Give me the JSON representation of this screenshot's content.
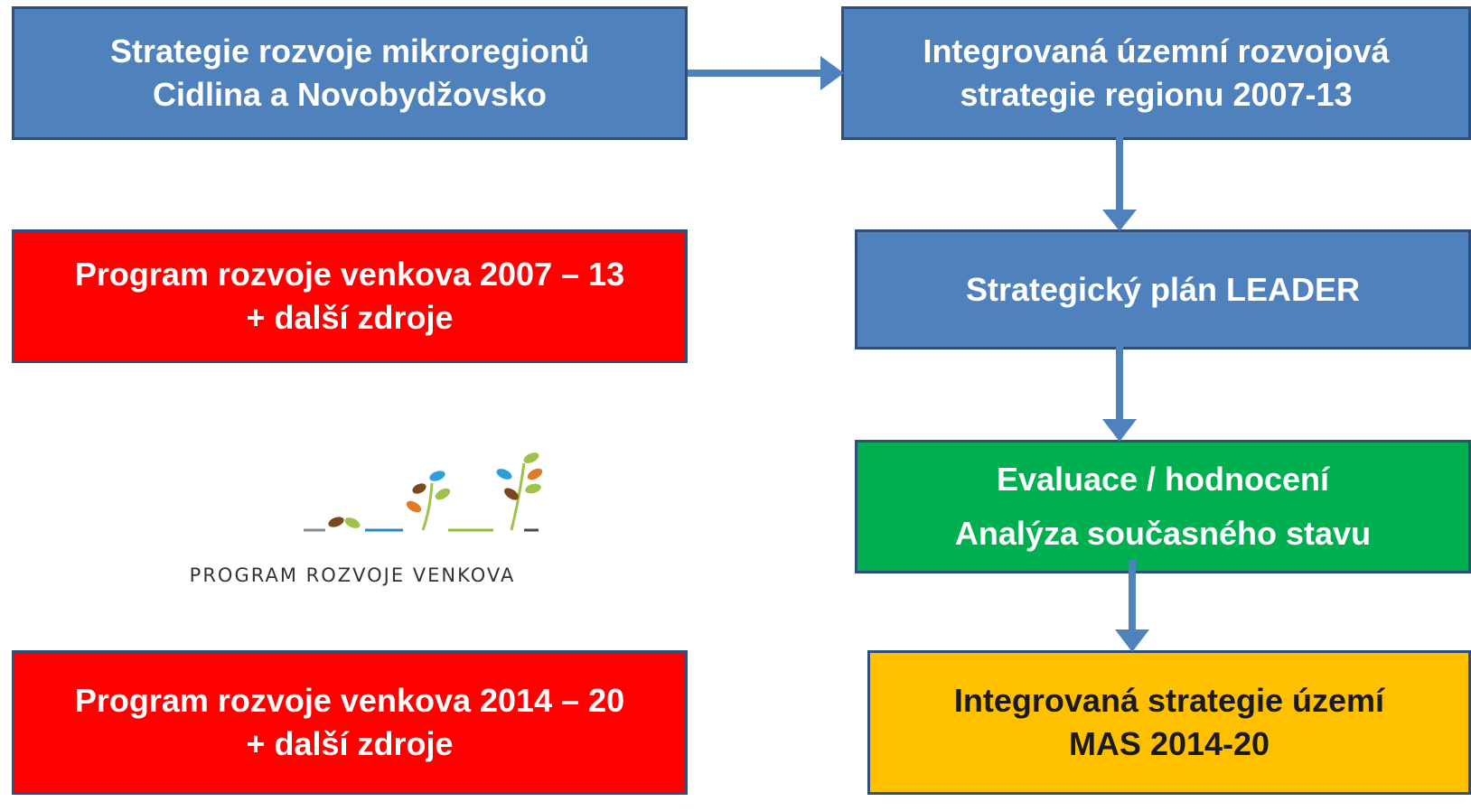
{
  "boxes": {
    "left_top": {
      "line1": "Strategie rozvoje mikroregionů",
      "line2": "Cidlina a Novobydžovsko"
    },
    "left_mid": {
      "line1": "Program rozvoje venkova 2007 – 13",
      "line2": "+ další zdroje"
    },
    "left_bot": {
      "line1": "Program rozvoje venkova 2014 – 20",
      "line2": "+ další zdroje"
    },
    "right_1": {
      "line1": "Integrovaná územní rozvojová",
      "line2": "strategie regionu 2007-13"
    },
    "right_2": {
      "line1": "Strategický plán LEADER"
    },
    "right_3": {
      "line1": "Evaluace / hodnocení",
      "line2": "Analýza současného stavu"
    },
    "right_4": {
      "line1": "Integrovaná strategie území",
      "line2": "MAS 2014-20"
    }
  },
  "logo": {
    "text": "PROGRAM ROZVOJE VENKOVA"
  },
  "colors": {
    "blue": "#4f81bd",
    "red": "#ff0000",
    "green": "#00b050",
    "yellow": "#ffc000",
    "border": "#2f4f7a",
    "arrow": "#4f81bd"
  }
}
